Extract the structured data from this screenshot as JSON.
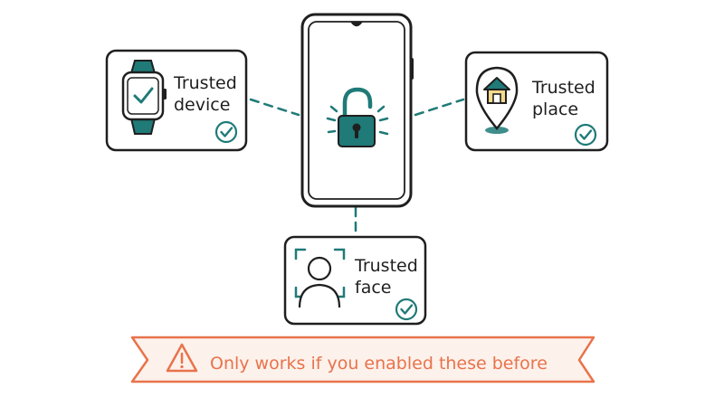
{
  "cards": {
    "device": {
      "line1": "Trusted",
      "line2": "device"
    },
    "place": {
      "line1": "Trusted",
      "line2": "place"
    },
    "face": {
      "line1": "Trusted",
      "line2": "face"
    }
  },
  "banner": {
    "text": "Only works if you enabled these before"
  },
  "icons": {
    "phone": "smartphone-icon",
    "lock": "unlocked-padlock-icon",
    "device": "smartwatch-icon",
    "place": "home-location-pin-icon",
    "face": "face-scan-icon",
    "check": "check-circle-icon",
    "warning": "warning-triangle-icon"
  },
  "colors": {
    "teal": "#1f7a78",
    "ink": "#1f1f1f",
    "orange": "#e8734a",
    "banner_fill": "#fdf1ec"
  }
}
